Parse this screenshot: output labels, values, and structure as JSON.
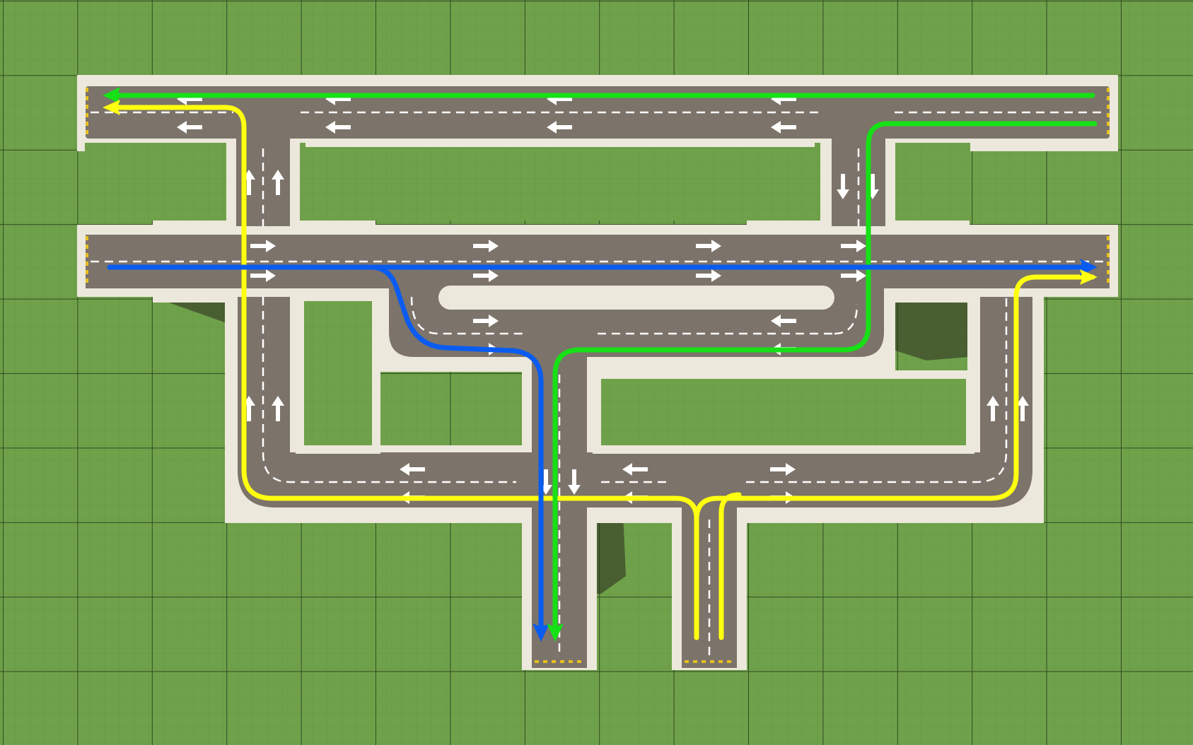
{
  "scene": {
    "kind": "road-interchange-top-down",
    "lane_direction_marker": "white-arrow",
    "colors": {
      "grass": "#6fa14a",
      "grass_minor_grid": "#5f8f3e",
      "grass_major_grid": "#2f4a22",
      "curb": "#ece8dc",
      "asphalt": "#7c736a",
      "lane_dash": "#ffffff",
      "edge_stripe": "#e8c020",
      "shadow": "#2a2a1e"
    }
  },
  "routes": [
    {
      "id": "green-route",
      "color": "#16e016"
    },
    {
      "id": "blue-route",
      "color": "#0a5cf0"
    },
    {
      "id": "yellow-route",
      "color": "#ffff10"
    }
  ]
}
